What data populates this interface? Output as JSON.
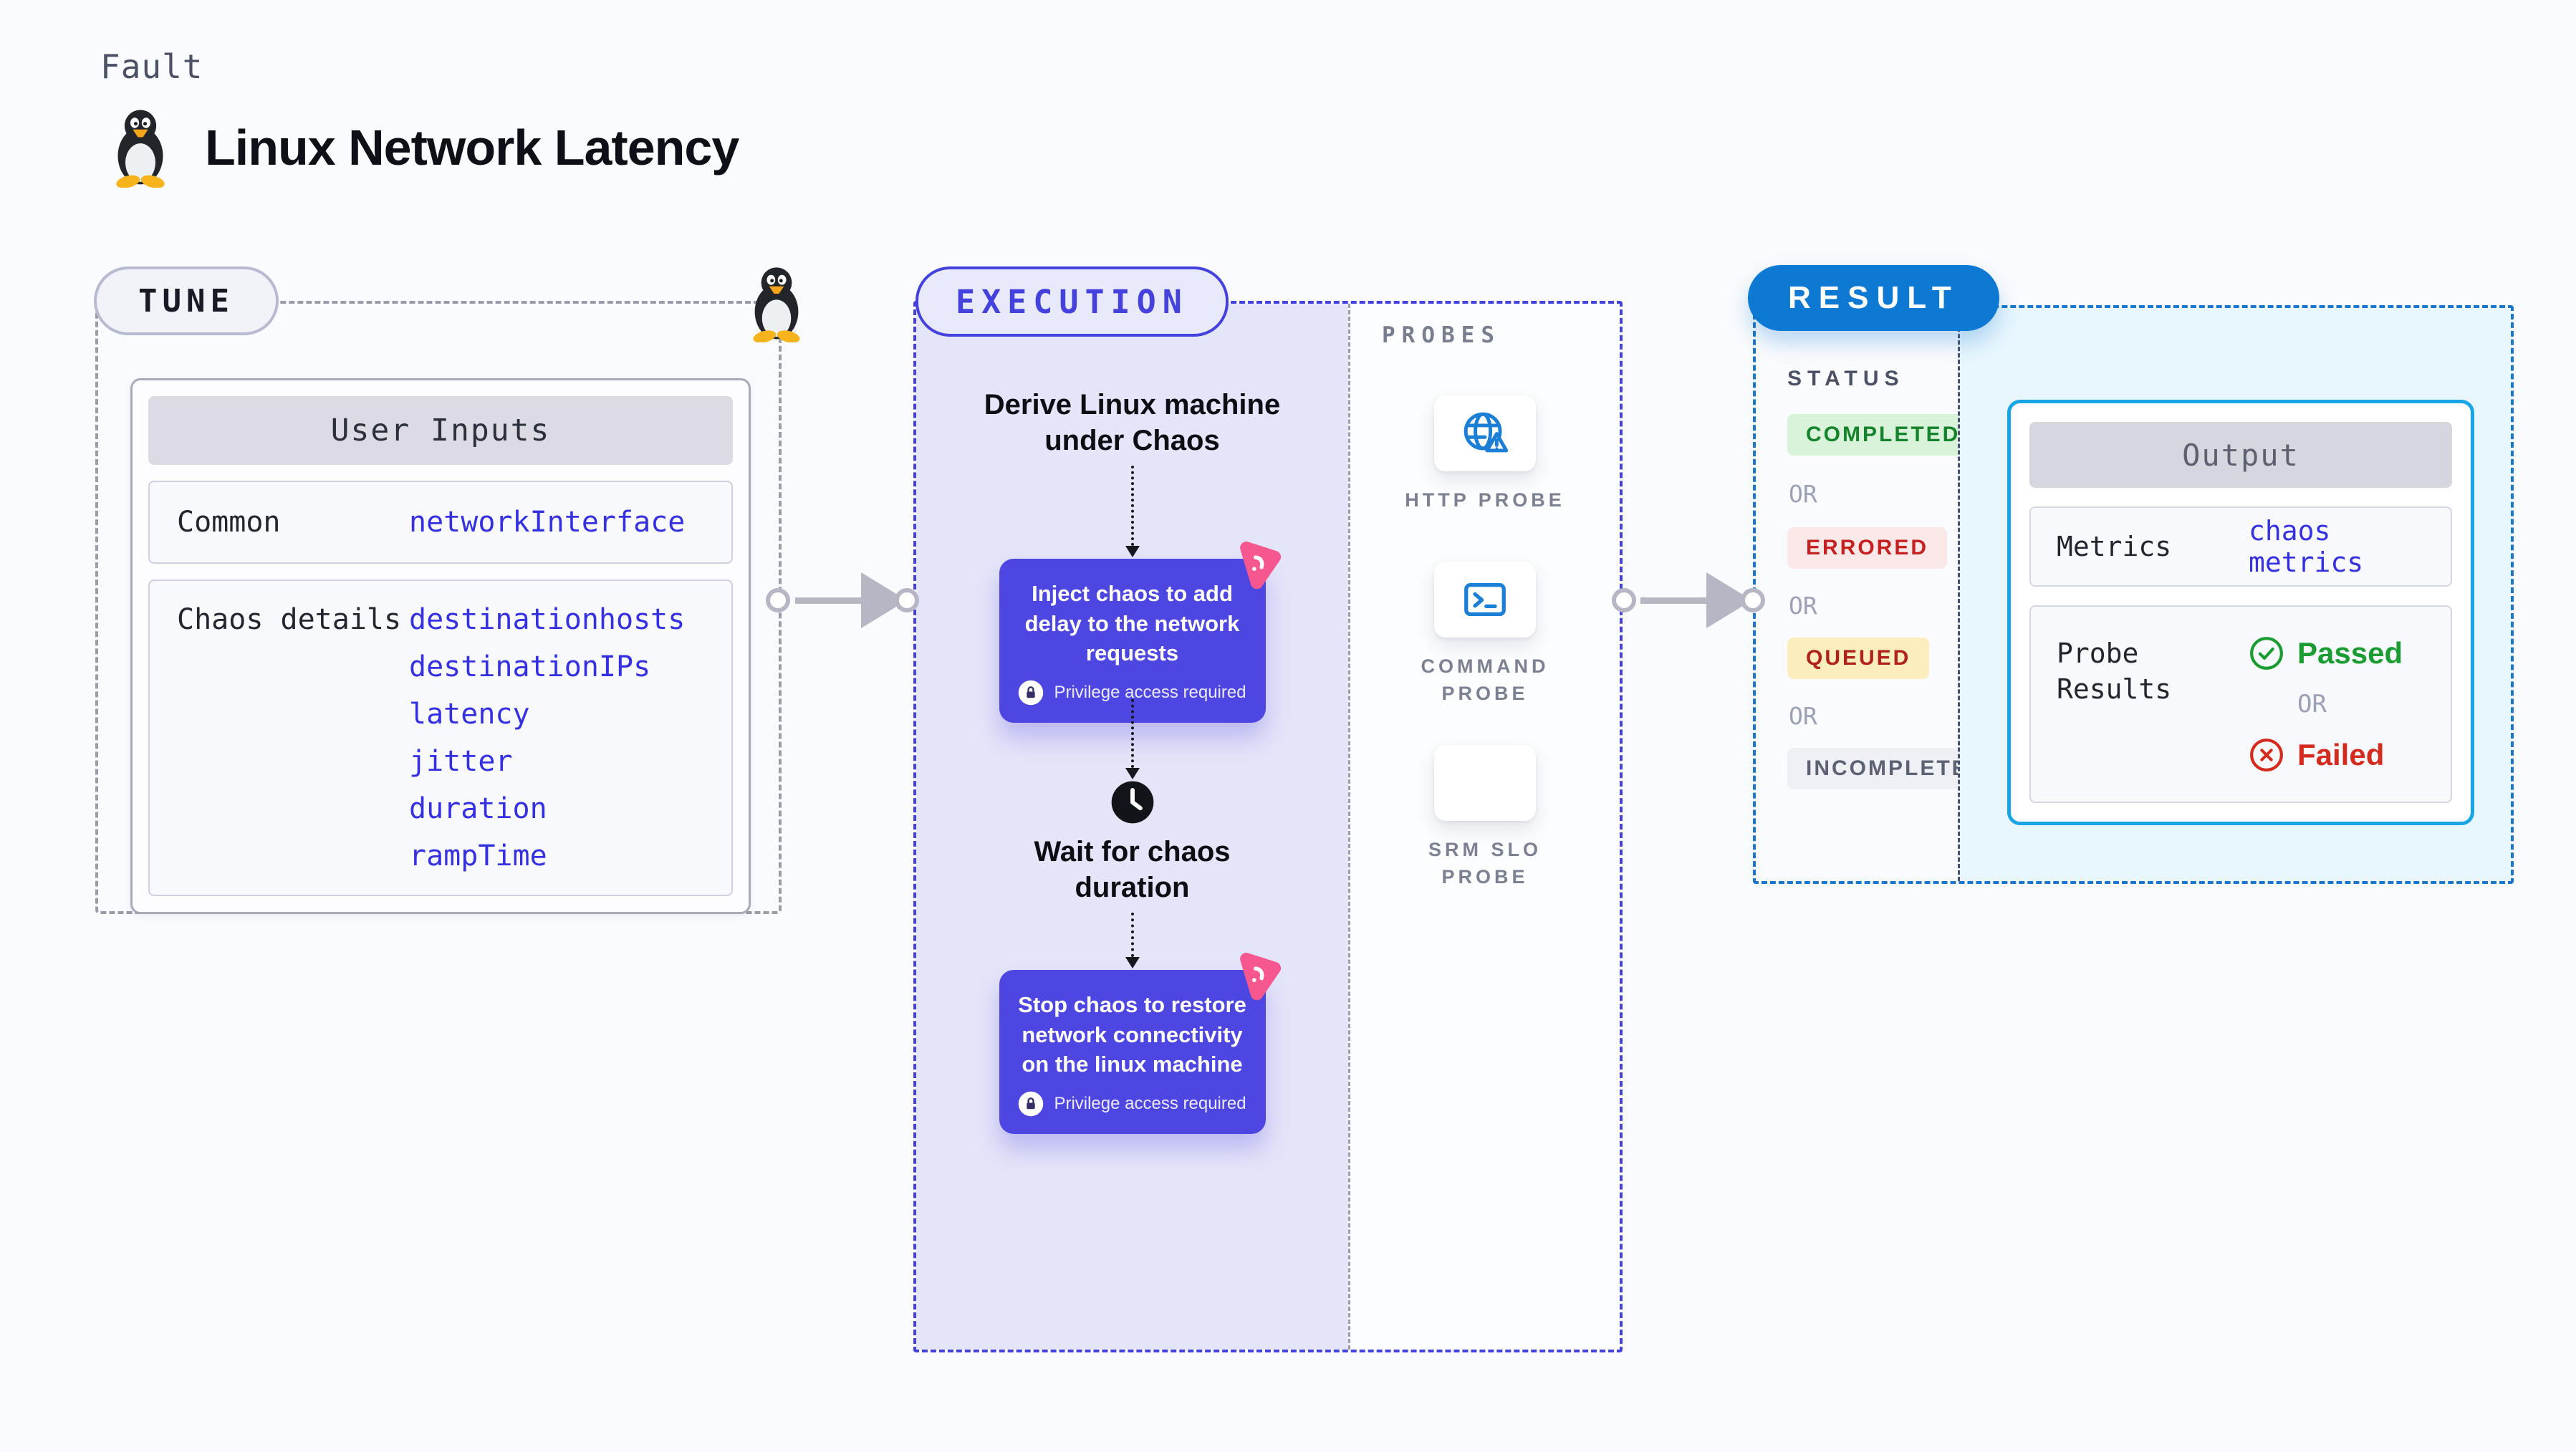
{
  "header": {
    "kicker": "Fault",
    "title": "Linux Network Latency"
  },
  "tune": {
    "badge": "TUNE",
    "user_inputs": {
      "header": "User Inputs",
      "rows": [
        {
          "label": "Common",
          "values": [
            "networkInterface"
          ]
        },
        {
          "label": "Chaos details",
          "values": [
            "destinationhosts",
            "destinationIPs",
            "latency",
            "jitter",
            "duration",
            "rampTime"
          ]
        }
      ]
    }
  },
  "execution": {
    "badge": "EXECUTION",
    "flow": {
      "derive": "Derive Linux machine under Chaos",
      "inject": "Inject chaos to add delay to the network requests",
      "privilege_note": "Privilege access required",
      "wait": "Wait for chaos duration",
      "stop": "Stop chaos to restore network connectivity on the linux machine"
    },
    "probes": {
      "header": "PROBES",
      "items": [
        {
          "label": "HTTP PROBE",
          "icon": "globe-warning-icon"
        },
        {
          "label": "COMMAND PROBE",
          "icon": "terminal-icon"
        },
        {
          "label": "SRM SLO PROBE",
          "icon": "slo-pie-icon"
        }
      ]
    }
  },
  "result": {
    "badge": "RESULT",
    "status": {
      "header": "STATUS",
      "or": "OR",
      "badges": [
        {
          "label": "COMPLETED"
        },
        {
          "label": "ERRORED"
        },
        {
          "label": "QUEUED"
        },
        {
          "label": "INCOMPLETED"
        }
      ]
    },
    "output": {
      "header": "Output",
      "metrics_label": "Metrics",
      "metrics_value": "chaos metrics",
      "probe_results_label": "Probe Results",
      "passed": "Passed",
      "or": "OR",
      "failed": "Failed"
    }
  },
  "colors": {
    "page_bg": "#fafbfe",
    "execution_accent": "#4441dc",
    "execution_fill": "#e5e5f9",
    "node_indigo": "#4e46e0",
    "litmus_pink": "#f6578f",
    "result_accent": "#0e79d3",
    "result_fill": "#e8f6fd",
    "output_border": "#19a6e4",
    "value_blue": "#3530e0",
    "probe_icon_blue": "#1b7fd6",
    "completed_green": "#15832b",
    "errored_red": "#c62121",
    "queued_amber_bg": "#fcedbe",
    "incompleted_gray": "#5d6273",
    "passed_green": "#1b9c32",
    "failed_red": "#d32b1e",
    "arrow_gray": "#b6b6c4"
  }
}
